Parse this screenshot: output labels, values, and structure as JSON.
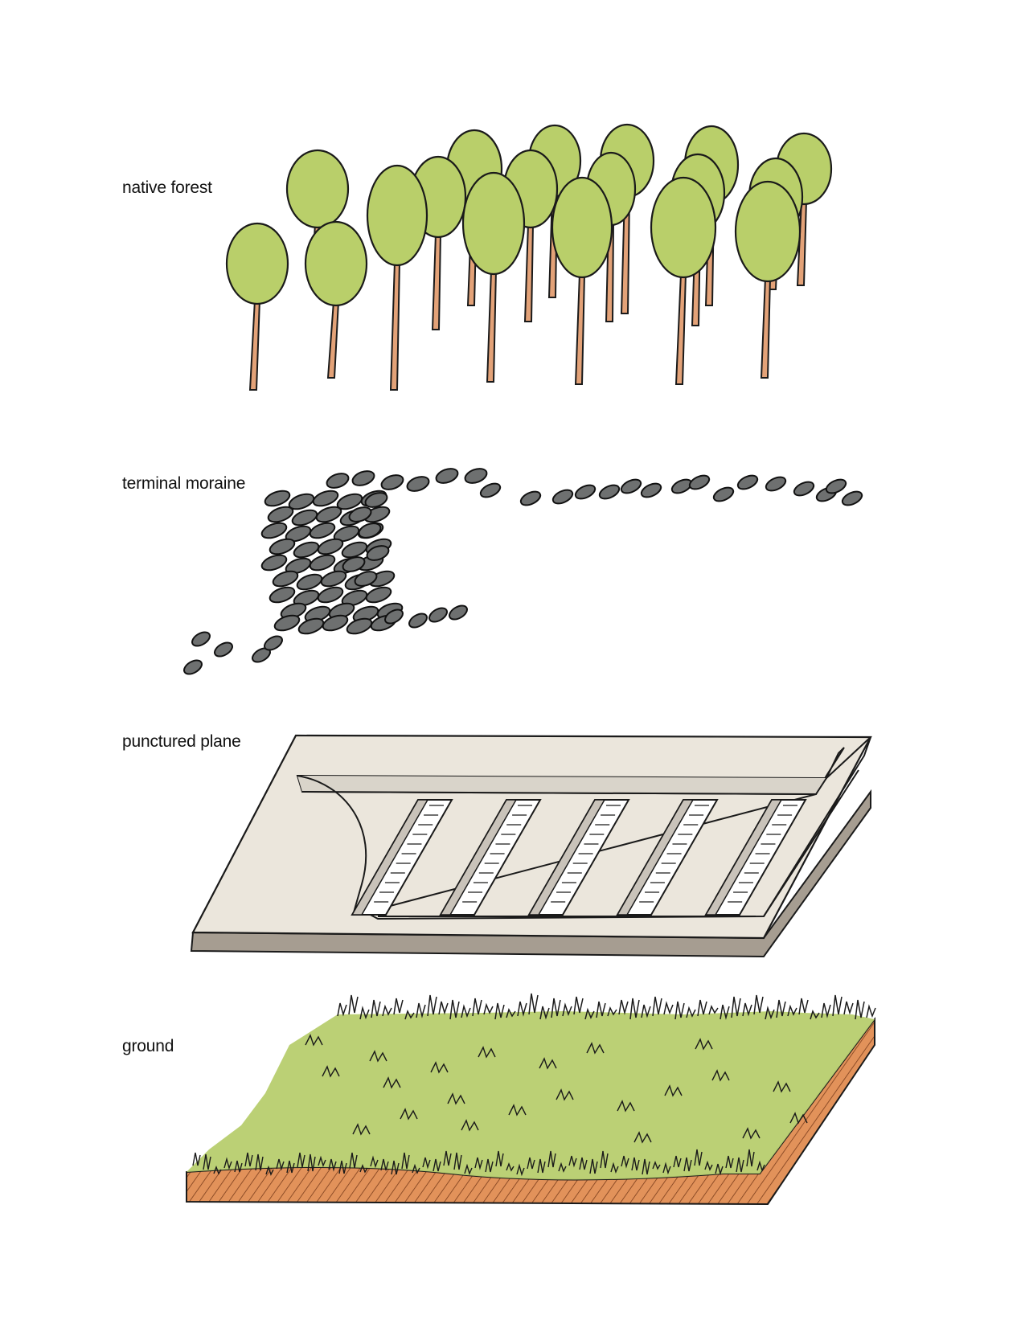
{
  "layers": [
    {
      "key": "forest",
      "label": "native forest"
    },
    {
      "key": "moraine",
      "label": "terminal moraine"
    },
    {
      "key": "plane",
      "label": "punctured plane"
    },
    {
      "key": "ground",
      "label": "ground"
    }
  ],
  "colors": {
    "foliage": "#b9cf6a",
    "trunk": "#e3a278",
    "stone": "#6e7070",
    "plane_top": "#ebe6dc",
    "plane_edge": "#a69d91",
    "grass": "#b7cd6e",
    "soil": "#e2925a",
    "ink": "#1a1a1a"
  }
}
